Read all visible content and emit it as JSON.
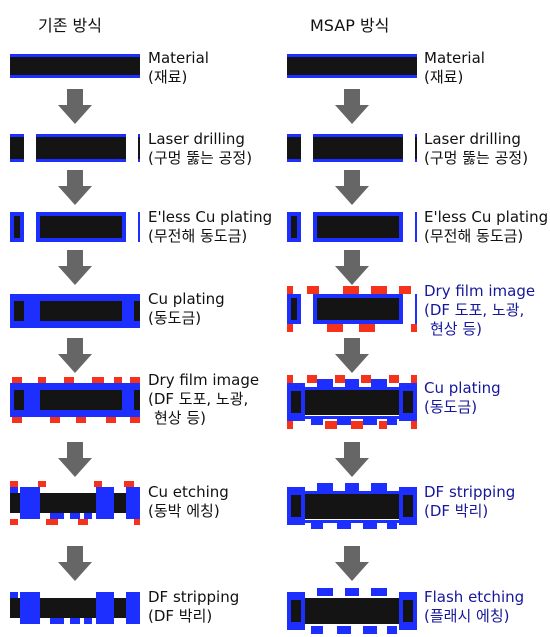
{
  "columns": [
    {
      "title": "기존 방식",
      "steps": [
        {
          "name": "Material",
          "sub": "(재료)",
          "shape": "material",
          "accent": "black"
        },
        {
          "name": "Laser drilling",
          "sub": "(구멍 뚫는 공정)",
          "shape": "drilled",
          "accent": "black"
        },
        {
          "name": "E'less Cu plating",
          "sub": "(무전해 동도금)",
          "shape": "eless",
          "accent": "black"
        },
        {
          "name": "Cu plating",
          "sub": "(동도금)",
          "shape": "cuplated",
          "accent": "black"
        },
        {
          "name": "Dry film image",
          "sub": "(DF 도포, 노광,",
          "sub2": "현상 등)",
          "shape": "dryfilm_on_plated",
          "accent": "black"
        },
        {
          "name": "Cu etching",
          "sub": "(동박 에칭)",
          "shape": "etched",
          "accent": "black"
        },
        {
          "name": "DF stripping",
          "sub": "(DF 박리)",
          "shape": "stripped",
          "accent": "black"
        }
      ]
    },
    {
      "title": "MSAP 방식",
      "steps": [
        {
          "name": "Material",
          "sub": "(재료)",
          "shape": "material",
          "accent": "black"
        },
        {
          "name": "Laser drilling",
          "sub": "(구멍 뚫는 공정)",
          "shape": "drilled",
          "accent": "black"
        },
        {
          "name": "E'less Cu plating",
          "sub": "(무전해 동도금)",
          "shape": "eless",
          "accent": "black"
        },
        {
          "name": "Dry film image",
          "sub": "(DF 도포, 노광,",
          "sub2": "현상 등)",
          "shape": "dryfilm_on_eless",
          "accent": "blue"
        },
        {
          "name": "Cu plating",
          "sub": "(동도금)",
          "shape": "pattern_plated",
          "accent": "blue"
        },
        {
          "name": "DF stripping",
          "sub": "(DF 박리)",
          "shape": "pattern_stripped",
          "accent": "blue"
        },
        {
          "name": "Flash etching",
          "sub": "(플래시 에칭)",
          "shape": "flash_etched",
          "accent": "blue"
        }
      ]
    }
  ],
  "colors": {
    "substrate": "#141414",
    "copper": "#1c2fff",
    "dryfilm": "#f5331c",
    "arrow": "#666666",
    "accent_text": "#16179a"
  }
}
